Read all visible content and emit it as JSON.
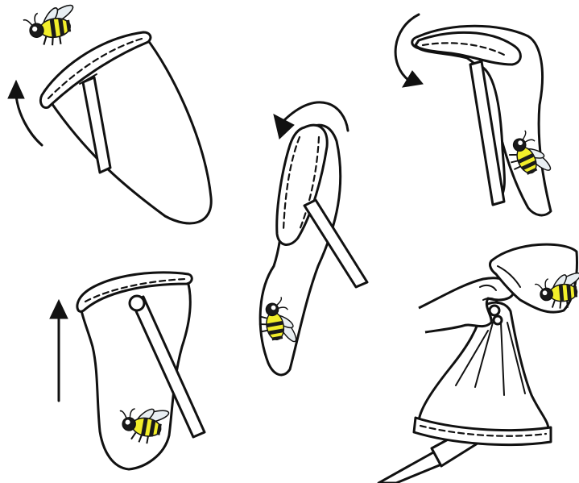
{
  "diagram": {
    "steps": [
      {
        "id": "swing-net"
      },
      {
        "id": "flip-rim"
      },
      {
        "id": "fold-bag"
      },
      {
        "id": "lift-net"
      },
      {
        "id": "grab-bag"
      }
    ]
  },
  "colors": {
    "ink": "#111111",
    "bee_yellow": "#f2ee2a",
    "bee_black": "#1a1a1a",
    "wing": "#e8eef2",
    "background": "#ffffff"
  },
  "icons": [
    "bee-icon",
    "curved-arrow-icon",
    "straight-arrow-icon",
    "hand-icon"
  ]
}
